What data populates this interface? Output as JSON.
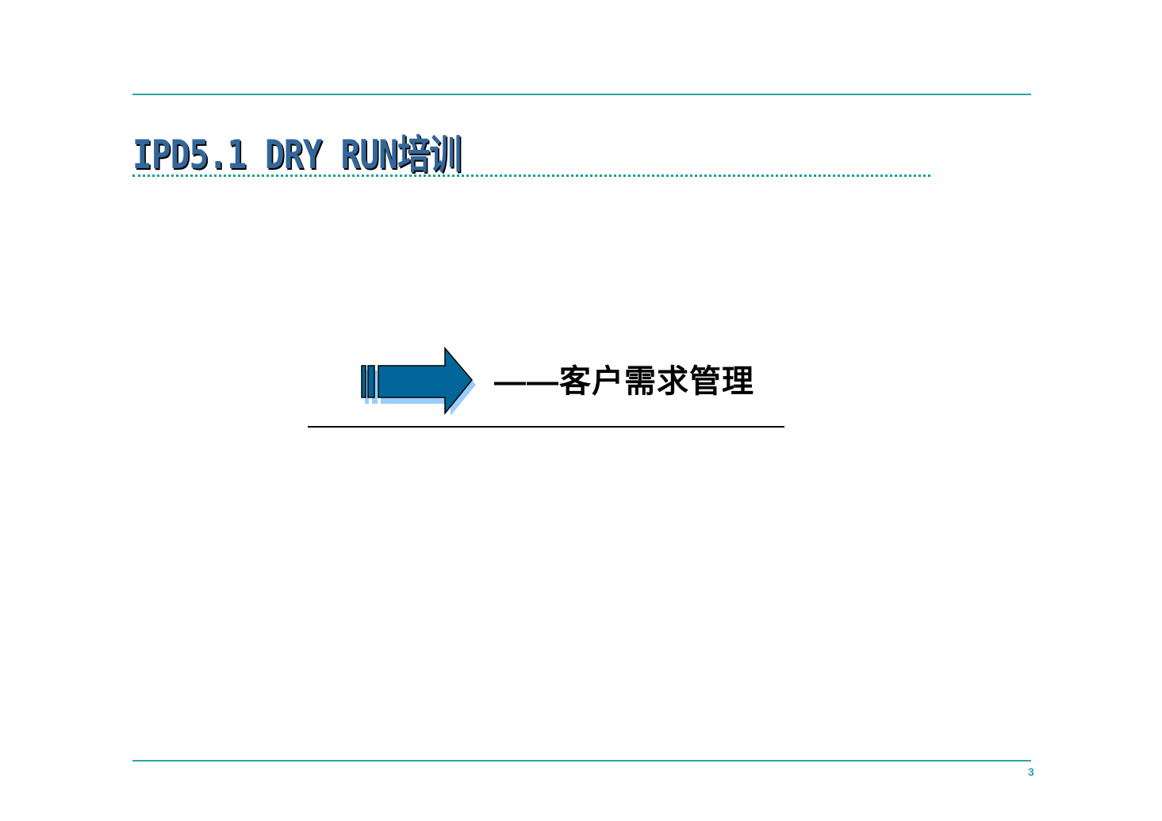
{
  "slide": {
    "title": "IPD5.1 DRY RUN培训",
    "subtitle": "——客户需求管理",
    "page_number": "3",
    "colors": {
      "accent_teal": "#2aa5a0",
      "title_blue": "#336699",
      "arrow_blue": "#006699",
      "arrow_shadow": "#99ccff"
    },
    "icons": {
      "arrow": "right-arrow-icon"
    }
  }
}
